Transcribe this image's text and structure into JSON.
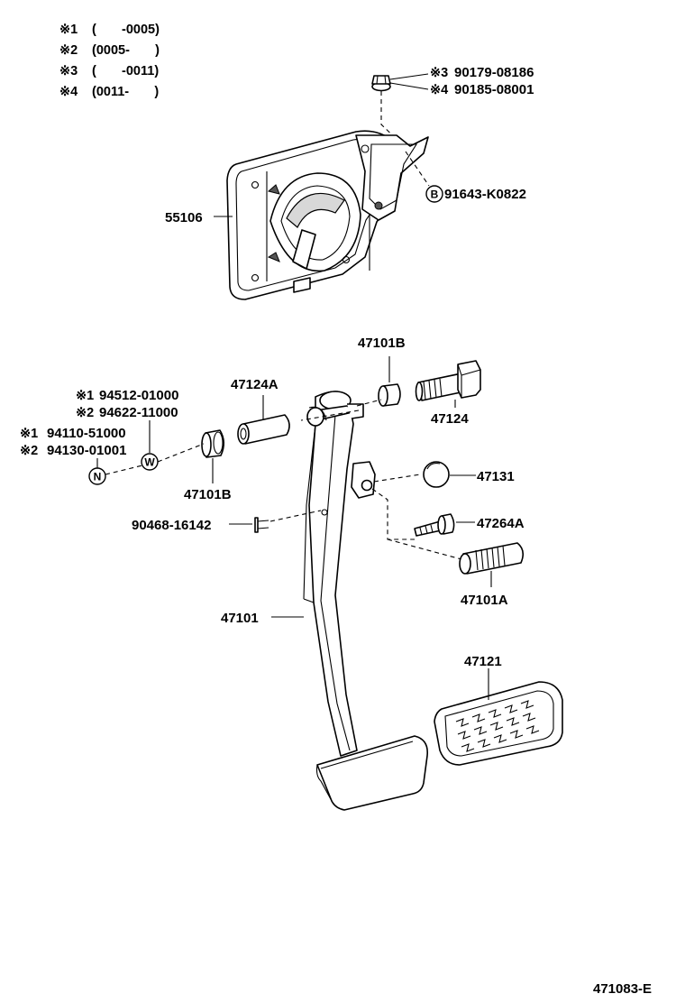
{
  "diagram_code": "471083-E",
  "applicability_notes": [
    {
      "mark": "※1",
      "range": "(       -0005)"
    },
    {
      "mark": "※2",
      "range": "(0005-       )"
    },
    {
      "mark": "※3",
      "range": "(       -0011)"
    },
    {
      "mark": "※4",
      "range": "(0011-       )"
    }
  ],
  "callouts": {
    "nut_a": {
      "mark": "※3",
      "part": "90179-08186"
    },
    "nut_b": {
      "mark": "※4",
      "part": "90185-08001"
    },
    "bracket": "55106",
    "bolt_b": {
      "symbol": "B",
      "part": "91643-K0822"
    },
    "bushing_top": "47101B",
    "collar": "47124A",
    "bolt": "47124",
    "w_washer_a": {
      "mark": "※1",
      "part": "94512-01000"
    },
    "w_washer_b": {
      "mark": "※2",
      "part": "94622-11000"
    },
    "n_nut_a": {
      "mark": "※1",
      "part": "94110-51000"
    },
    "n_nut_b": {
      "mark": "※2",
      "part": "94130-01001"
    },
    "sym_n": "N",
    "sym_w": "W",
    "bushing_left": "47101B",
    "stopper": "47131",
    "pin": "90468-16142",
    "cushion_bolt": "47264A",
    "spring": "47101A",
    "pedal_arm": "47101",
    "pedal_pad": "47121"
  }
}
